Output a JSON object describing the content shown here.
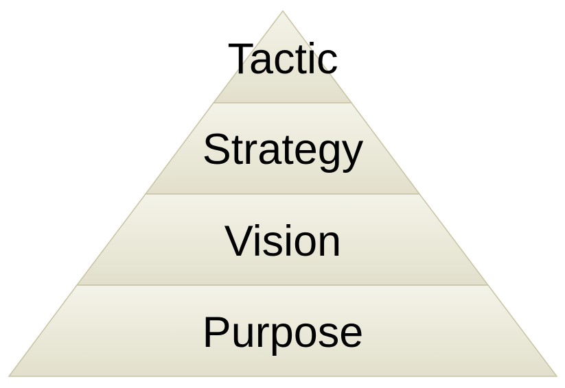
{
  "diagram": {
    "type": "pyramid",
    "tiers": [
      {
        "label": "Tactic"
      },
      {
        "label": "Strategy"
      },
      {
        "label": "Vision"
      },
      {
        "label": "Purpose"
      }
    ],
    "colors": {
      "fill_light": "#f4f3e8",
      "fill_dark": "#e2e0cc",
      "border": "#c7c3a3",
      "text": "#000000"
    }
  }
}
